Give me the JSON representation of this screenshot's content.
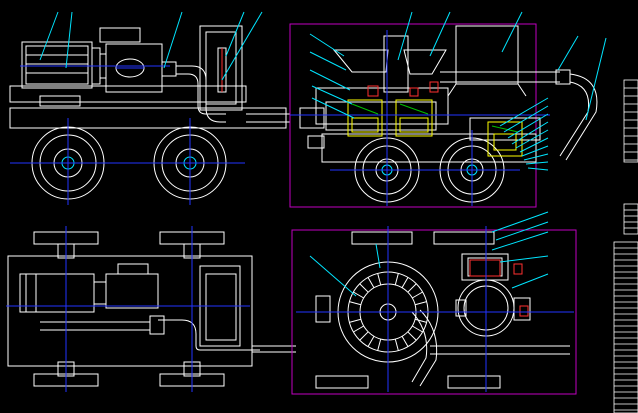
{
  "drawing": {
    "background": "#000000",
    "colors": {
      "outline": "#ffffff",
      "centerline": "#2233ff",
      "leader": "#00e5ff",
      "frame": "#c000c0",
      "highlight": "#ffff00",
      "accent": "#ff3030",
      "hatch": "#00c000"
    },
    "views": [
      "side-elevation-left",
      "side-elevation-right",
      "plan-view-left",
      "plan-view-right",
      "title-block"
    ]
  }
}
